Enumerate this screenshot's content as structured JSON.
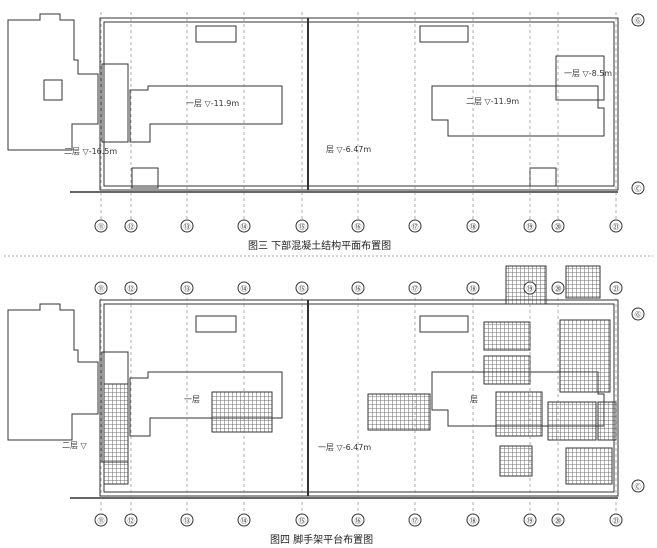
{
  "figure_top": {
    "caption": "图三   下部混凝土结构平面布置图",
    "axis_labels_bottom": [
      "⑪",
      "⑫",
      "⑬",
      "⑭",
      "⑮",
      "⑯",
      "⑰",
      "⑱",
      "⑲",
      "⑳",
      "㉑"
    ],
    "axis_labels_right": [
      "Ⓖ",
      "Ⓒ"
    ],
    "floor_labels": [
      "一层 ▽-11.9m",
      "二层 ▽-16.5m",
      "层 ▽-6.47m",
      "二层 ▽-11.9m",
      "一层 ▽-8.5m"
    ]
  },
  "figure_bottom": {
    "caption": "图四   脚手架平台布置图",
    "axis_labels_top": [
      "⑪",
      "⑫",
      "⑬",
      "⑭",
      "⑮",
      "⑯",
      "⑰",
      "⑱",
      "⑲",
      "⑳",
      "㉑"
    ],
    "axis_labels_bottom": [
      "⑪",
      "⑫",
      "⑬",
      "⑭",
      "⑮",
      "⑯",
      "⑰",
      "⑱",
      "⑲",
      "⑳",
      "㉑"
    ],
    "axis_labels_right": [
      "Ⓖ",
      "Ⓒ"
    ],
    "floor_labels": [
      "一层",
      "二层 ▽",
      "一层 ▽-6.47m",
      "层"
    ]
  },
  "colors": {
    "line": "#333333",
    "grid": "#555555",
    "background": "#ffffff"
  }
}
